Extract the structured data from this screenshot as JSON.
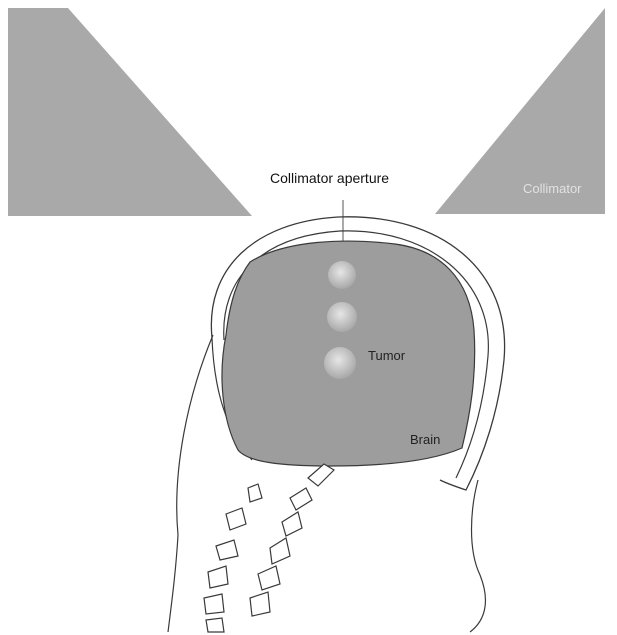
{
  "labels": {
    "aperture": "Collimator aperture",
    "collimator": "Collimator",
    "tumor": "Tumor",
    "brain": "Brain"
  },
  "colors": {
    "collimator_fill": "#a9a9a9",
    "brain_fill": "#9d9d9d",
    "outline": "#3a3a3a",
    "tumor_fill": "#cdcdcd",
    "background": "#ffffff"
  }
}
